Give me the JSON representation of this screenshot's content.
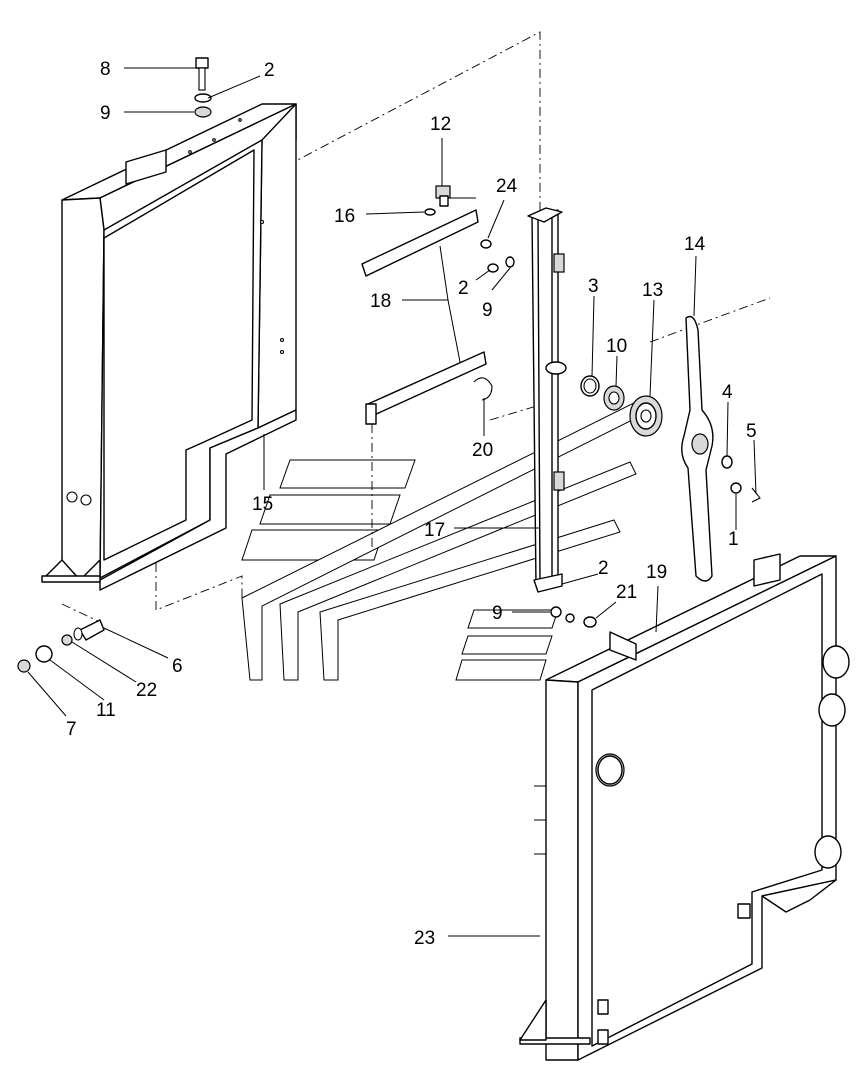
{
  "diagram": {
    "type": "exploded-parts-view",
    "callouts": [
      {
        "id": "c8",
        "label": "8"
      },
      {
        "id": "c2a",
        "label": "2"
      },
      {
        "id": "c9a",
        "label": "9"
      },
      {
        "id": "c12",
        "label": "12"
      },
      {
        "id": "c24",
        "label": "24"
      },
      {
        "id": "c16",
        "label": "16"
      },
      {
        "id": "c2b",
        "label": "2"
      },
      {
        "id": "c9b",
        "label": "9"
      },
      {
        "id": "c18",
        "label": "18"
      },
      {
        "id": "c14",
        "label": "14"
      },
      {
        "id": "c3",
        "label": "3"
      },
      {
        "id": "c13",
        "label": "13"
      },
      {
        "id": "c10",
        "label": "10"
      },
      {
        "id": "c4",
        "label": "4"
      },
      {
        "id": "c5",
        "label": "5"
      },
      {
        "id": "c20",
        "label": "20"
      },
      {
        "id": "c15",
        "label": "15"
      },
      {
        "id": "c1",
        "label": "1"
      },
      {
        "id": "c17",
        "label": "17"
      },
      {
        "id": "c2c",
        "label": "2"
      },
      {
        "id": "c19",
        "label": "19"
      },
      {
        "id": "c9c",
        "label": "9"
      },
      {
        "id": "c21",
        "label": "21"
      },
      {
        "id": "c6",
        "label": "6"
      },
      {
        "id": "c22",
        "label": "22"
      },
      {
        "id": "c11",
        "label": "11"
      },
      {
        "id": "c7",
        "label": "7"
      },
      {
        "id": "c23",
        "label": "23"
      }
    ]
  }
}
